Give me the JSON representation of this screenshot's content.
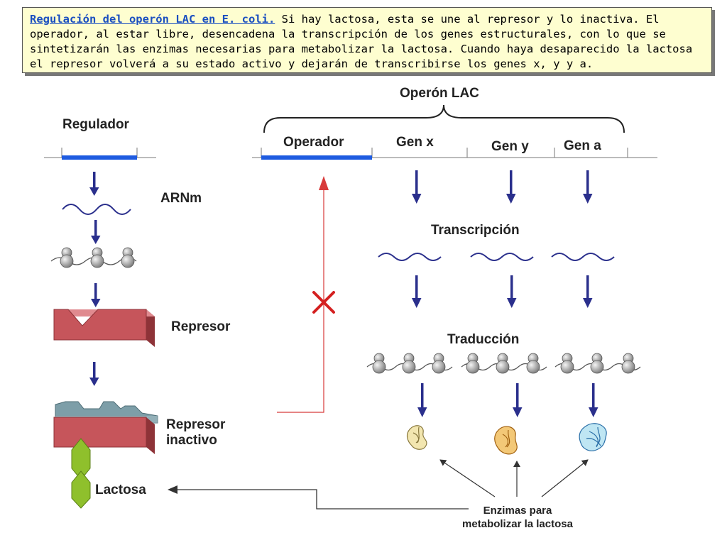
{
  "caption": {
    "title": "Regulación del operón LAC en E. coli.",
    "body": " Si hay lactosa,  esta se une al represor y lo inactiva. El operador, al estar libre, desencadena la transcripción de los genes estructurales, con lo que se sintetizarán las enzimas necesarias para metabolizar la lactosa. Cuando haya desaparecido la lactosa el represor volverá a su estado activo y dejarán de transcribirse los genes x, y y a."
  },
  "labels": {
    "operon": "Operón  LAC",
    "regulador": "Regulador",
    "operador": "Operador",
    "gen_x": "Gen x",
    "gen_y": "Gen y",
    "gen_a": "Gen a",
    "arnm": "ARNm",
    "transcripcion": "Transcripción",
    "represor": "Represor",
    "traduccion": "Traducción",
    "represor_inactivo_1": "Represor",
    "represor_inactivo_2": "inactivo",
    "lactosa": "Lactosa",
    "enzimas_1": "Enzimas para",
    "enzimas_2": "metabolizar la lactosa"
  },
  "colors": {
    "gene_bar": "#1e5be0",
    "arrow": "#2a2f8c",
    "repressor": "#c6555b",
    "repressor_dark": "#8e3338",
    "inactive_top": "#7d9ea8",
    "lactose": "#8fc02c",
    "block_line": "#d83a3a",
    "x_mark": "#d42020"
  }
}
